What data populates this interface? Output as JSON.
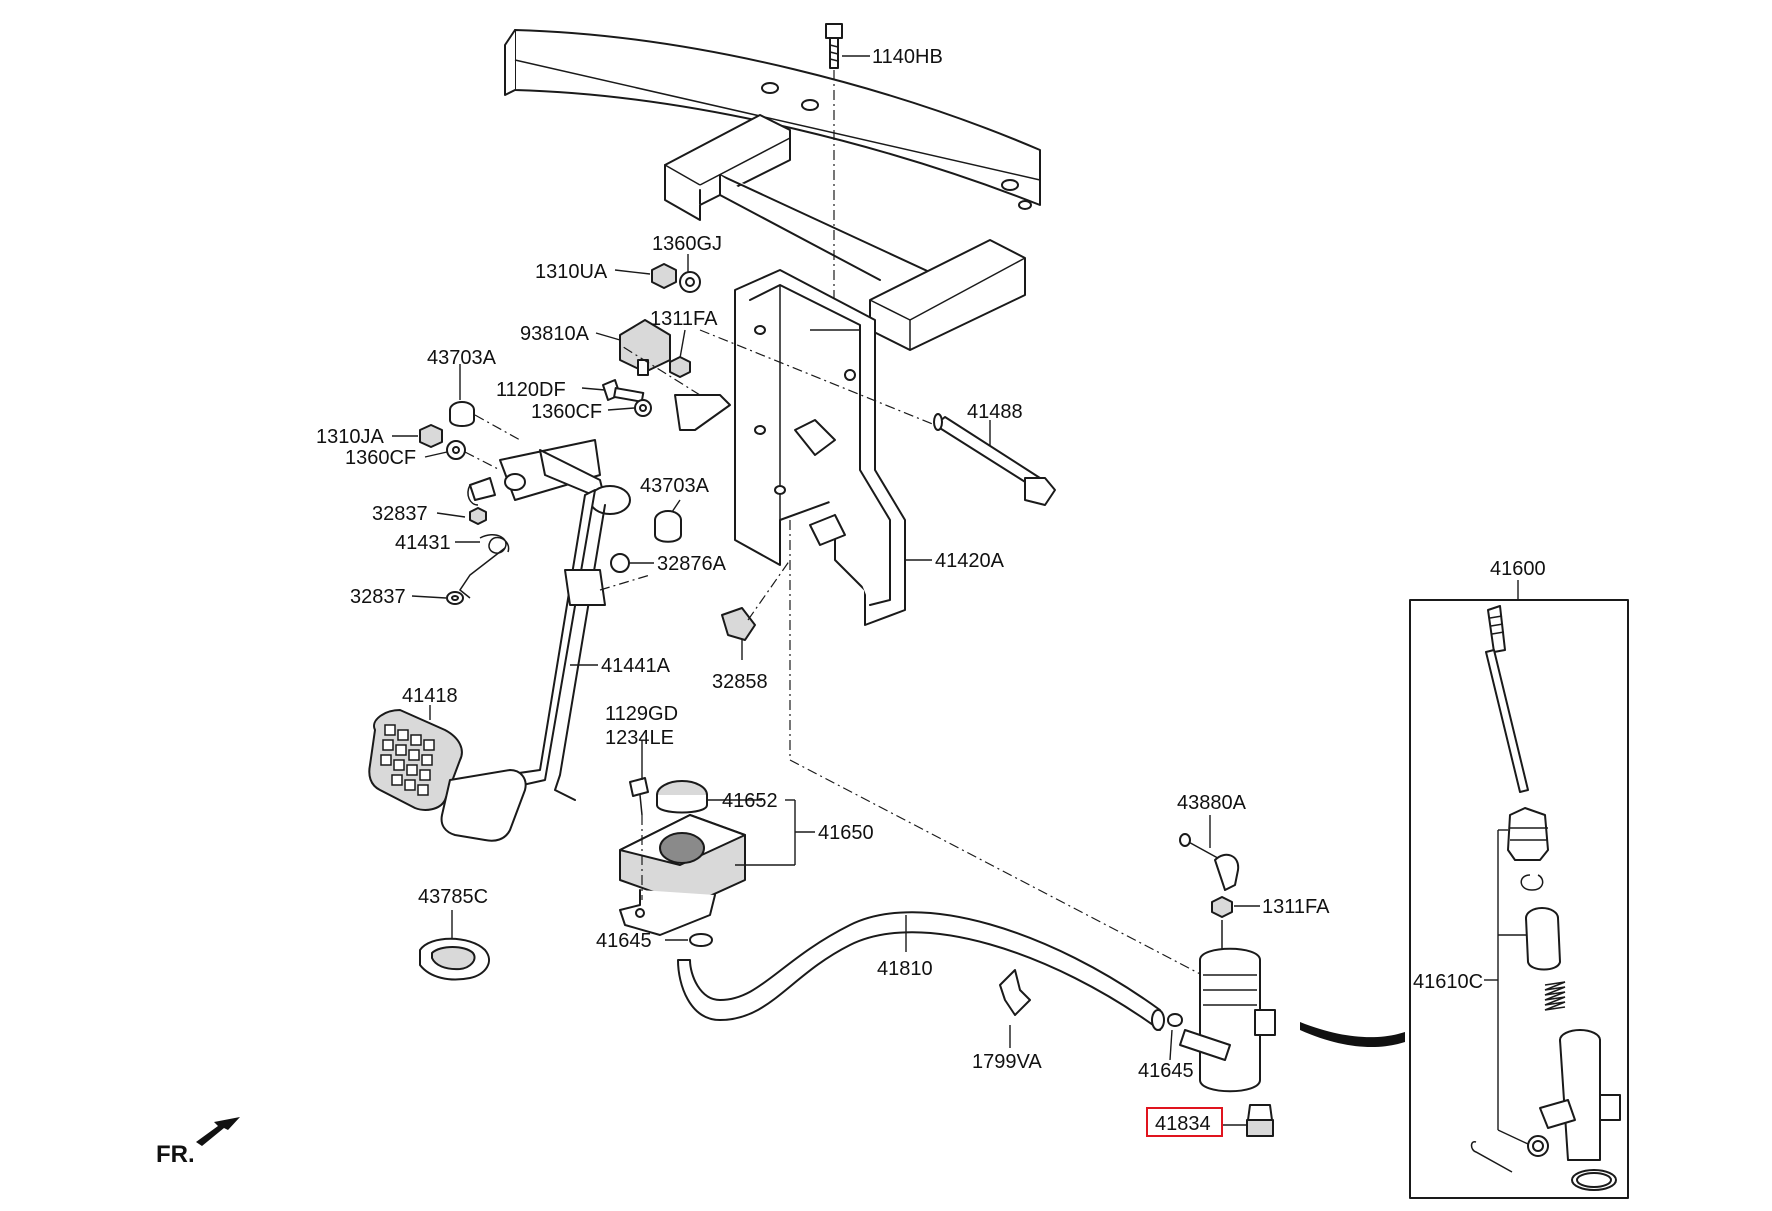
{
  "direction_marker": "FR.",
  "highlighted_part": "41834",
  "callouts": {
    "p1140HB": "1140HB",
    "p1360GJ": "1360GJ",
    "p1310UA": "1310UA",
    "p93810A": "93810A",
    "p1311FA_top": "1311FA",
    "p43703A_top": "43703A",
    "p1120DF": "1120DF",
    "p1360CF_top": "1360CF",
    "p1310JA": "1310JA",
    "p1360CF_left": "1360CF",
    "p41488": "41488",
    "p32837_top": "32837",
    "p43703A_mid": "43703A",
    "p41431": "41431",
    "p32876A": "32876A",
    "p41420A": "41420A",
    "p32837_bottom": "32837",
    "p32858": "32858",
    "p41441A": "41441A",
    "p41418": "41418",
    "p1129GD": "1129GD",
    "p1234LE": "1234LE",
    "p41652": "41652",
    "p41650": "41650",
    "p43880A": "43880A",
    "p1311FA_right": "1311FA",
    "p43785C": "43785C",
    "p41645_left": "41645",
    "p41810": "41810",
    "p1799VA": "1799VA",
    "p41645_right": "41645",
    "p41834": "41834",
    "p41600": "41600",
    "p41610C": "41610C"
  }
}
